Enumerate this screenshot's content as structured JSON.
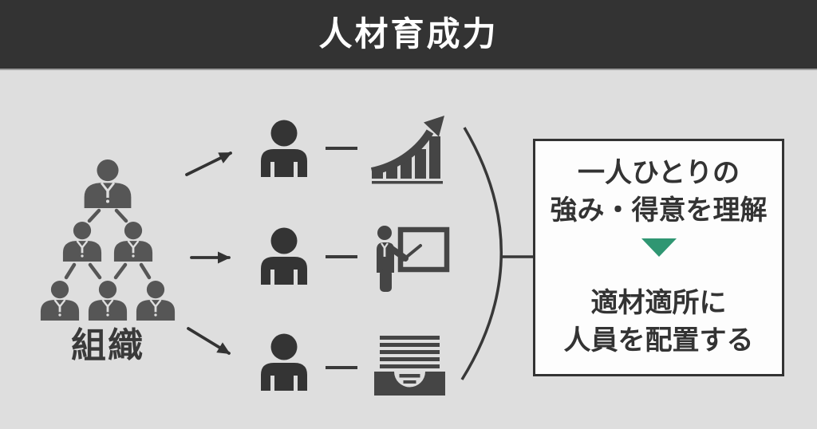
{
  "header": {
    "title": "人材育成力"
  },
  "organization": {
    "label": "組織"
  },
  "colors": {
    "header_bg": "#333333",
    "header_text": "#ffffff",
    "canvas_bg": "#dedede",
    "dark_icon": "#343434",
    "medium_icon": "#565656",
    "detail_icon": "#454545",
    "line_color": "#333333",
    "accent_green": "#2f9672",
    "box_bg": "#fdfdfd",
    "box_border": "#333333",
    "text_dark": "#333333"
  },
  "icons": {
    "org": "org-chart-icon",
    "person": "person-icon",
    "row1_result": "growth-chart-icon",
    "row2_result": "presenter-whiteboard-icon",
    "row3_result": "inbox-tray-icon",
    "separator": "down-triangle-icon"
  },
  "result_box": {
    "top_lines": [
      "一人ひとりの",
      "強み・得意を理解"
    ],
    "bottom_lines": [
      "適材適所に",
      "人員を配置する"
    ]
  }
}
